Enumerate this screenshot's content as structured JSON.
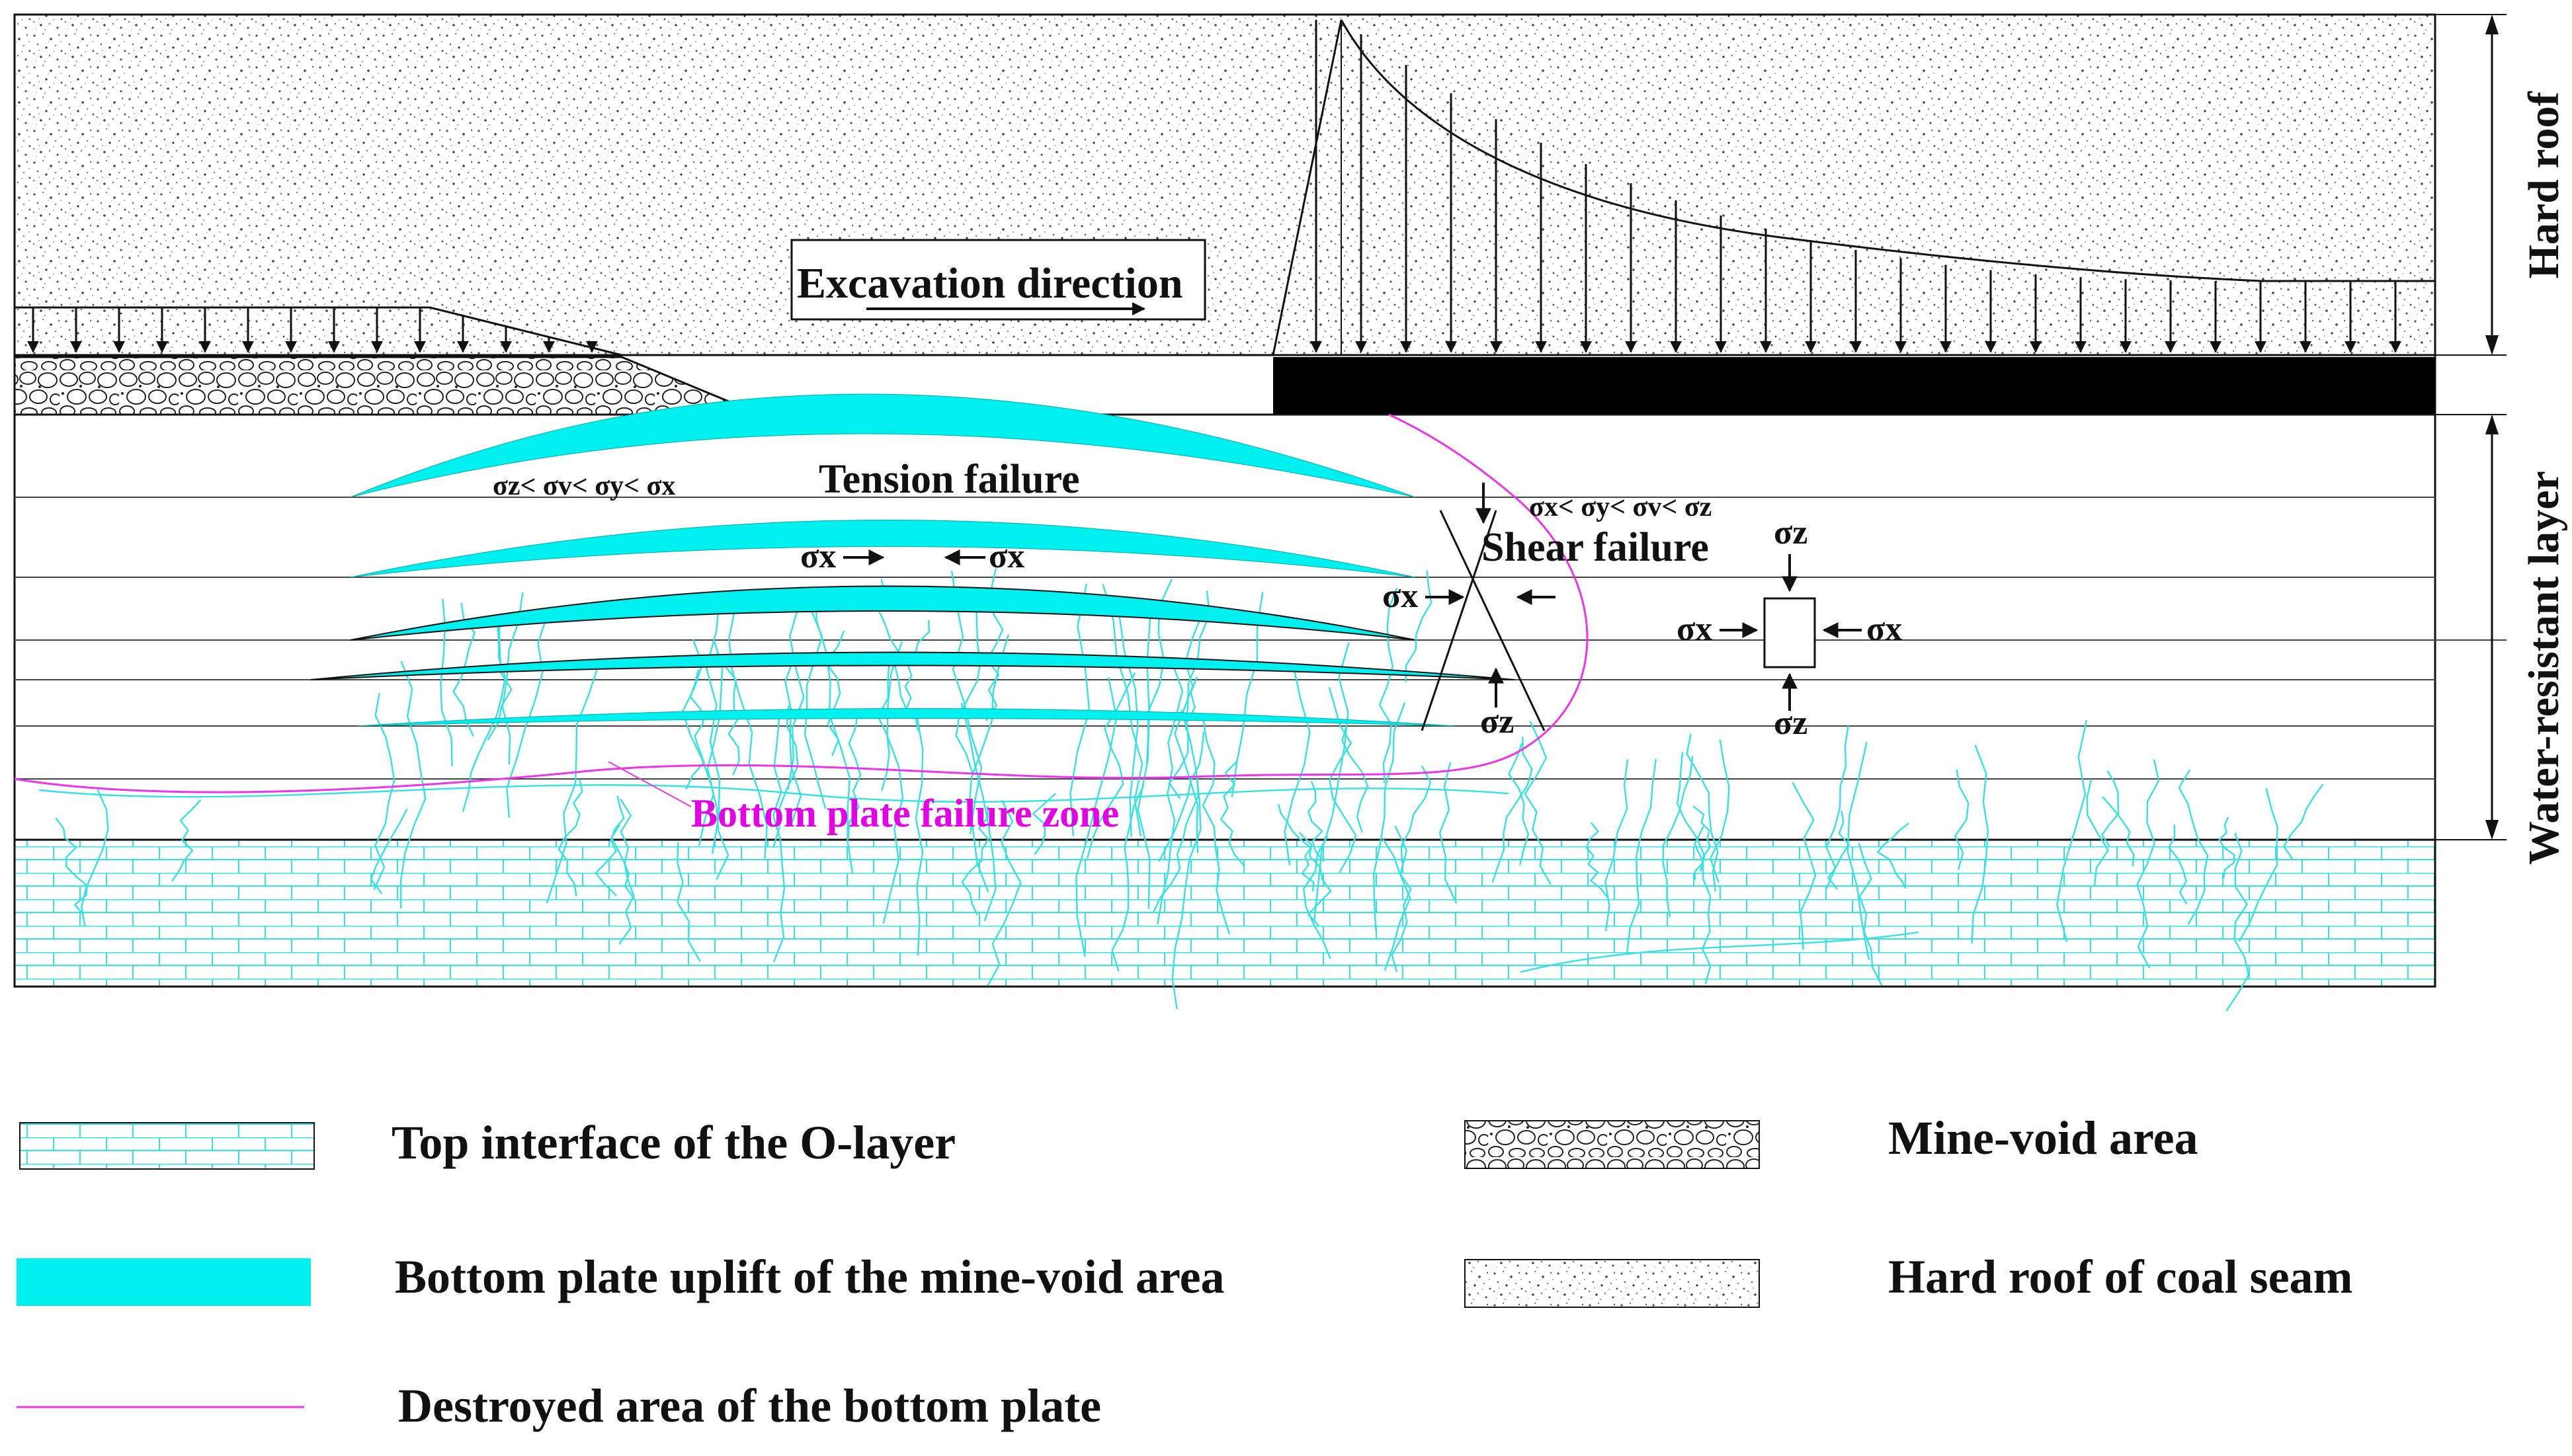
{
  "labels": {
    "excavation_direction": "Excavation direction",
    "tension_failure": "Tension failure",
    "shear_failure": "Shear failure",
    "bottom_plate_failure_zone": "Bottom plate failure zone",
    "tension_condition": "σz< σv< σy< σx",
    "shear_condition": "σx< σy< σv< σz",
    "sigma_x": "σx",
    "sigma_z": "σz",
    "side_hard_roof": "Hard roof",
    "side_water_resistant": "Water-resistant layer"
  },
  "legend": {
    "items": [
      {
        "label": "Top interface of the O-layer",
        "icon": "limestone-brick-swatch"
      },
      {
        "label": "Bottom plate uplift of the mine-void area",
        "icon": "cyan-fill-swatch"
      },
      {
        "label": "Destroyed area of the bottom plate",
        "icon": "magenta-line-swatch"
      },
      {
        "label": "Mine-void area",
        "icon": "rubble-swatch"
      },
      {
        "label": "Hard roof of coal seam",
        "icon": "dotted-sandstone-swatch"
      }
    ]
  },
  "colors": {
    "uplift_fill": "#00F0F0",
    "crack": "#33E3E3",
    "failure_boundary": "#EE33EE",
    "label_magenta": "#E600E6",
    "line": "#111111",
    "coal_seam": "#000000"
  }
}
